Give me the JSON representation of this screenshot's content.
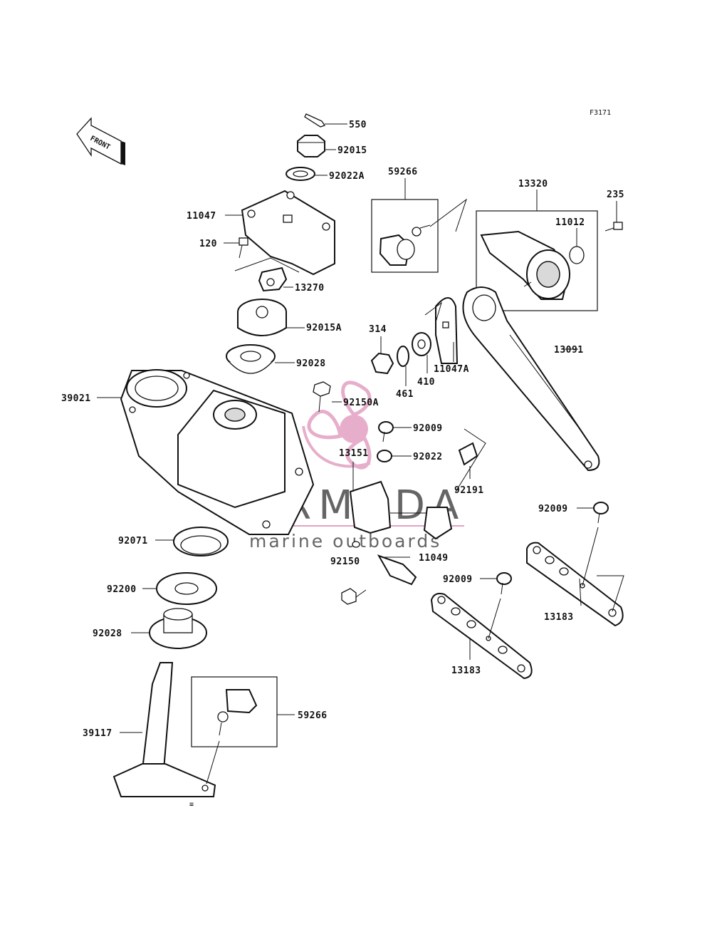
{
  "figure_code": "F3171",
  "front_arrow": {
    "label": "FRONT",
    "icon": "front-direction-arrow-icon"
  },
  "watermark": {
    "brand": "ARMADA",
    "tagline": "marine outboards",
    "icon": "propeller-logo-icon",
    "accent": "#e3a0c4"
  },
  "part_labels": {
    "p550": "550",
    "p92015": "92015",
    "p92022A": "92022A",
    "p59266_top": "59266",
    "p13320": "13320",
    "p235": "235",
    "p11047": "11047",
    "p11012": "11012",
    "p120": "120",
    "p13270": "13270",
    "p92015A": "92015A",
    "p314": "314",
    "p13091": "13091",
    "p92028_top": "92028",
    "p11047A": "11047A",
    "p410": "410",
    "p461": "461",
    "p39021": "39021",
    "p92150A": "92150A",
    "p92009_a": "92009",
    "p13151": "13151",
    "p92022": "92022",
    "p92191": "92191",
    "p92009_b": "92009",
    "p92071": "92071",
    "p92150": "92150",
    "p11049": "11049",
    "p92009_c": "92009",
    "p92200": "92200",
    "p13183_a": "13183",
    "p92028_bot": "92028",
    "p13183_b": "13183",
    "p59266_bot": "59266",
    "p39117": "39117"
  }
}
